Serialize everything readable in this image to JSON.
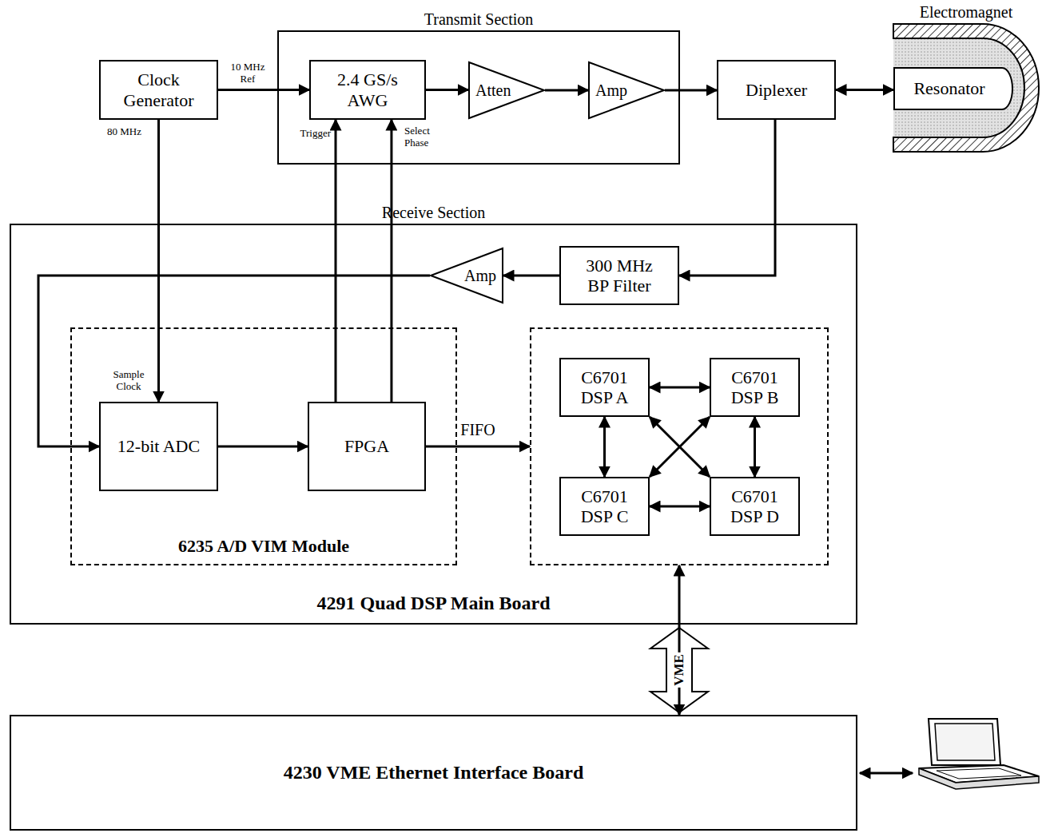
{
  "diagram": {
    "nodes": [
      {
        "text": [
          "Clock Generator"
        ]
      },
      {
        "text": [
          "Transmit Section"
        ]
      },
      {
        "text": [
          "2.4 GS/s AWG"
        ],
        "in": 1
      },
      {
        "text": [
          "Atten"
        ],
        "in": 1
      },
      {
        "text": [
          "Amp"
        ],
        "in": 1
      },
      {
        "text": [
          "Diplexer"
        ]
      },
      {
        "text": [
          "Electromagnet"
        ]
      },
      {
        "text": [
          "Resonator"
        ],
        "in": 6
      },
      {
        "text": [
          "Receive Section",
          "4291 Quad DSP Main Board"
        ]
      },
      {
        "text": [
          "300 MHz BP Filter"
        ],
        "in": 8
      },
      {
        "text": [
          "Amp"
        ],
        "in": 8
      },
      {
        "text": [
          "6235 A/D VIM Module"
        ],
        "in": 8
      },
      {
        "text": [
          "12-bit ADC"
        ],
        "in": 11
      },
      {
        "text": [
          "FPGA"
        ],
        "in": 11
      },
      {
        "text": [],
        "in": 8
      },
      {
        "text": [
          "C6701 DSP A"
        ],
        "in": 14
      },
      {
        "text": [
          "C6701 DSP B"
        ],
        "in": 14
      },
      {
        "text": [
          "C6701 DSP C"
        ],
        "in": 14
      },
      {
        "text": [
          "C6701 DSP D"
        ],
        "in": 14
      },
      {
        "text": [
          "4230 VME Ethernet Interface Board"
        ]
      }
    ],
    "edges": [
      {
        "from": 0,
        "to": 2,
        "arrow": "to",
        "label": "10 MHz Ref"
      },
      {
        "from": 2,
        "to": 3,
        "arrow": "to"
      },
      {
        "from": 3,
        "to": 4,
        "arrow": "to"
      },
      {
        "from": 4,
        "to": 5,
        "arrow": "to"
      },
      {
        "from": 5,
        "to": 7,
        "arrow": "both"
      },
      {
        "from": 5,
        "to": 9,
        "arrow": "to"
      },
      {
        "from": 9,
        "to": 10,
        "arrow": "to"
      },
      {
        "from": 10,
        "to": 12,
        "arrow": "to"
      },
      {
        "from": 0,
        "to": 12,
        "arrow": "to"
      },
      {
        "from": 12,
        "to": 13,
        "arrow": "to"
      },
      {
        "from": 13,
        "to": 2,
        "arrow": "to"
      },
      {
        "from": 13,
        "to": 2,
        "arrow": "to"
      },
      {
        "from": 13,
        "to": 14,
        "arrow": "to",
        "label": "FIFO"
      },
      {
        "from": 15,
        "to": 16,
        "arrow": "both"
      },
      {
        "from": 15,
        "to": 17,
        "arrow": "both"
      },
      {
        "from": 16,
        "to": 18,
        "arrow": "both"
      },
      {
        "from": 17,
        "to": 18,
        "arrow": "both"
      },
      {
        "from": 15,
        "to": 18,
        "arrow": "both"
      },
      {
        "from": 16,
        "to": 17,
        "arrow": "both"
      },
      {
        "from": 14,
        "to": 19,
        "arrow": "both",
        "label": "VME"
      }
    ],
    "labels": [
      "80 MHz",
      "Trigger",
      "Select Phase",
      "Sample Clock"
    ]
  }
}
